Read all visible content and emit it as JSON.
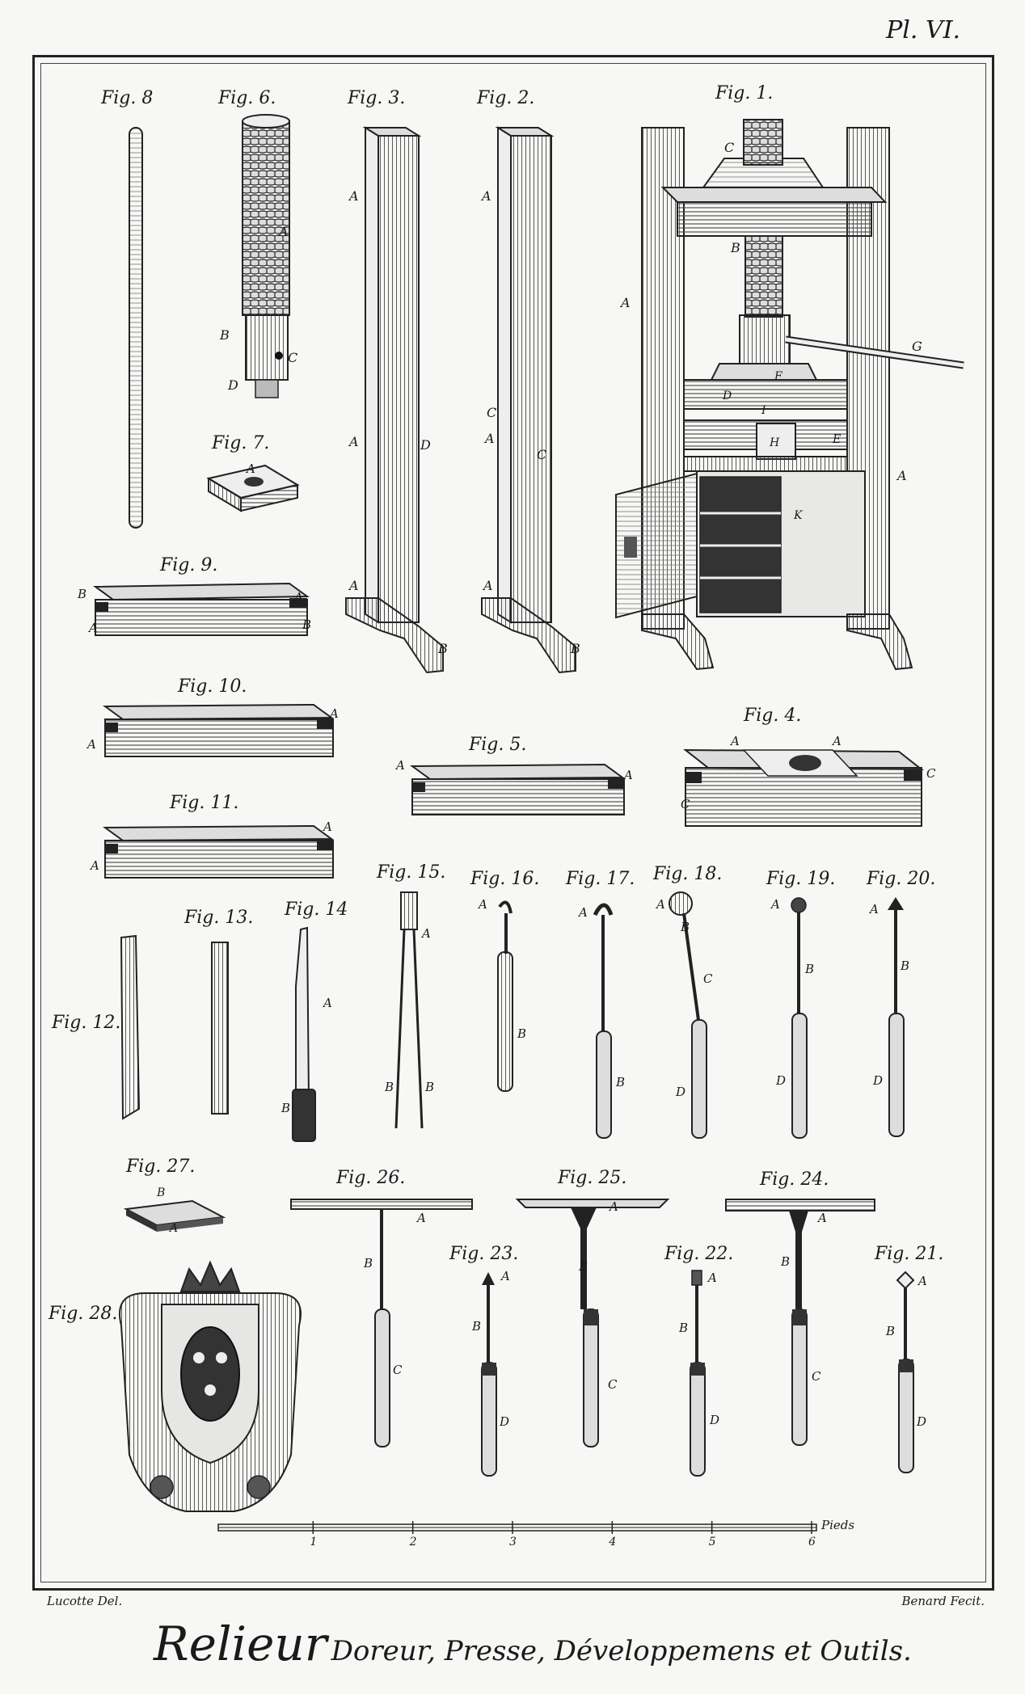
{
  "plate_number": "Pl. VI.",
  "credits": {
    "left": "Lucotte Del.",
    "right": "Benard Fecit."
  },
  "title": {
    "main": "Relieur",
    "sub": "Doreur, Presse, Développemens et Outils."
  },
  "scale": {
    "unit_label": "Pieds",
    "ticks": [
      "1",
      "2",
      "3",
      "4",
      "5",
      "6"
    ]
  },
  "figure_labels": {
    "f1": "Fig. 1.",
    "f2": "Fig. 2.",
    "f3": "Fig. 3.",
    "f4": "Fig. 4.",
    "f5": "Fig. 5.",
    "f6": "Fig. 6.",
    "f7": "Fig. 7.",
    "f8": "Fig. 8",
    "f9": "Fig. 9.",
    "f10": "Fig. 10.",
    "f11": "Fig. 11.",
    "f12": "Fig. 12.",
    "f13": "Fig. 13.",
    "f14": "Fig. 14",
    "f15": "Fig. 15.",
    "f16": "Fig. 16.",
    "f17": "Fig. 17.",
    "f18": "Fig. 18.",
    "f19": "Fig. 19.",
    "f20": "Fig. 20.",
    "f21": "Fig. 21.",
    "f22": "Fig. 22.",
    "f23": "Fig. 23.",
    "f24": "Fig. 24.",
    "f25": "Fig. 25.",
    "f26": "Fig. 26.",
    "f27": "Fig. 27.",
    "f28": "Fig. 28."
  },
  "letters": {
    "A": "A",
    "B": "B",
    "C": "C",
    "D": "D",
    "E": "E",
    "F": "F",
    "G": "G",
    "H": "H",
    "I": "I",
    "K": "K"
  }
}
